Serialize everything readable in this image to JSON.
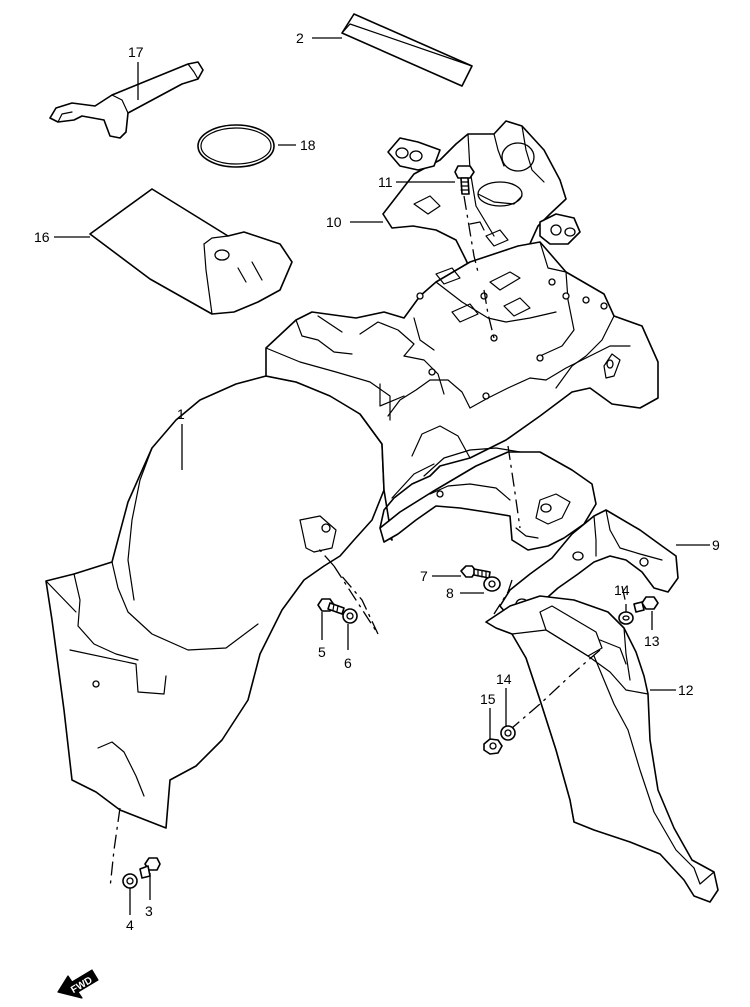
{
  "callouts": {
    "c1": "1",
    "c2": "2",
    "c3": "3",
    "c4": "4",
    "c5": "5",
    "c6": "6",
    "c7": "7",
    "c8": "8",
    "c9": "9",
    "c10": "10",
    "c11": "11",
    "c12": "12",
    "c13": "13",
    "c14a": "14",
    "c14b": "14",
    "c15": "15",
    "c16": "16",
    "c17": "17",
    "c18": "18"
  },
  "fwd_label": "FWD",
  "colors": {
    "line": "#000000",
    "background": "#ffffff"
  }
}
